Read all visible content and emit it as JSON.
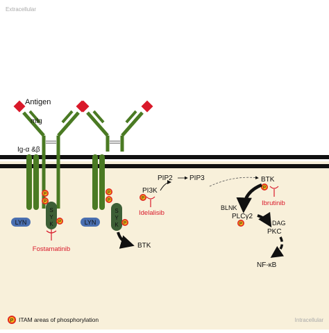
{
  "regions": {
    "extracellular_label": "Extracellular",
    "intracellular_label": "Intracellular"
  },
  "labels": {
    "antigen": "Antigen",
    "mig": "mIg",
    "ig_ab": "Ig-α &β",
    "lyn1": "LYN",
    "lyn2": "LYN",
    "syk1": "SYK",
    "syk2": "SYK",
    "fostamatinib": "Fostamatinib",
    "btk_out": "BTK",
    "pi3k": "PI3K",
    "idelalisib": "Idelalisib",
    "pip2": "PIP2",
    "pip3": "PIP3",
    "btk": "BTK",
    "ibrutinib": "Ibrutinib",
    "blnk": "BLNK",
    "plcg2": "PLCγ2",
    "dag": "DAG",
    "pkc": "PKC",
    "nfkb": "NF-κB",
    "p": "P",
    "legend": "ITAM areas of phosphorylation"
  },
  "colors": {
    "cytoplasm": "#f8f0da",
    "membrane": "#111111",
    "antibody": "#4a7a23",
    "antigen": "#d9192a",
    "lyn": "#4a6fb0",
    "syk": "#3d5f36",
    "phospho_outer": "#e02a1f",
    "phospho_inner": "#f5b21a",
    "inhibitor": "#d9192a"
  }
}
